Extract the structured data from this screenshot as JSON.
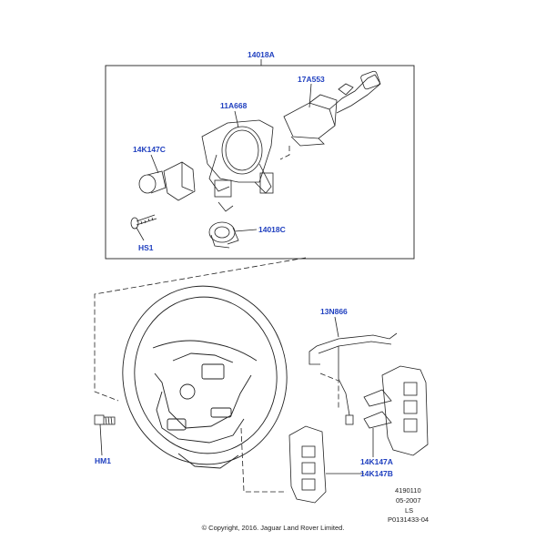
{
  "labels": {
    "top_bracket": "14018A",
    "cover": "17A553",
    "clockspring_housing": "11A668",
    "switch_left": "14K147C",
    "screw": "HS1",
    "cassette": "14018C",
    "harness": "13N866",
    "bolt": "HM1",
    "switch_right_a": "14K147A",
    "switch_right_b": "14K147B"
  },
  "meta": {
    "code1": "4190110",
    "date": "05-2007",
    "ls": "LS",
    "ref": "P0131433-04"
  },
  "copyright": "© Copyright, 2016. Jaguar Land Rover Limited."
}
